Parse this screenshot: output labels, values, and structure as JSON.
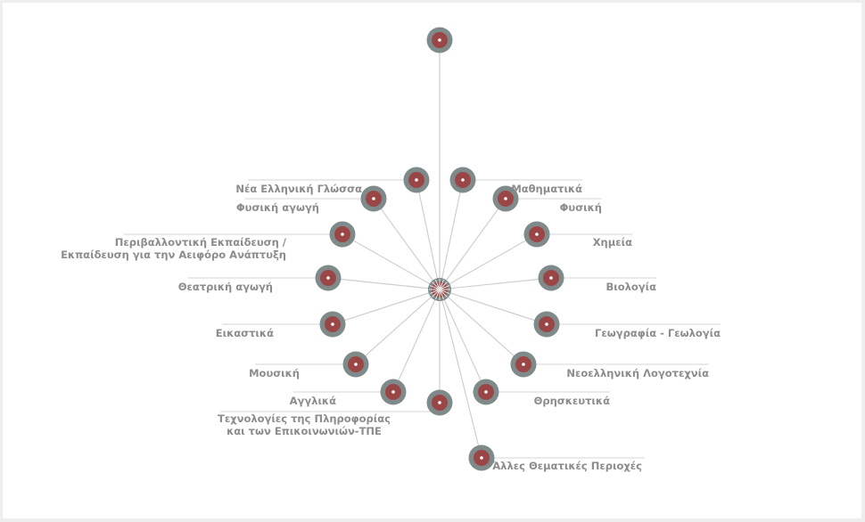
{
  "diagram": {
    "colors": {
      "ring": "#7f8a8a",
      "core": "#9b4646",
      "dot": "#ffffff",
      "spoke": "#cfcfcf",
      "label": "#8c8c8c"
    },
    "top_node_label": "",
    "subjects": [
      {
        "id": "nea-elliniki-glossa",
        "label": [
          "Νέα Ελληνική Γλώσσα"
        ]
      },
      {
        "id": "mathimatika",
        "label": [
          "Μαθηματικά"
        ]
      },
      {
        "id": "fysiki-agogi",
        "label": [
          "Φυσική αγωγή"
        ]
      },
      {
        "id": "fysiki",
        "label": [
          "Φυσική"
        ]
      },
      {
        "id": "perivallontiki",
        "label": [
          "Περιβαλλοντική Εκπαίδευση /",
          "Εκπαίδευση για την Αειφόρο Ανάπτυξη"
        ]
      },
      {
        "id": "chimeia",
        "label": [
          "Χημεία"
        ]
      },
      {
        "id": "theatriki-agogi",
        "label": [
          "Θεατρική αγωγή"
        ]
      },
      {
        "id": "viologia",
        "label": [
          "Βιολογία"
        ]
      },
      {
        "id": "eikastika",
        "label": [
          "Εικαστικά"
        ]
      },
      {
        "id": "geografia-geologia",
        "label": [
          "Γεωγραφία - Γεωλογία"
        ]
      },
      {
        "id": "mousiki",
        "label": [
          "Μουσική"
        ]
      },
      {
        "id": "neoelliniki-logotechnia",
        "label": [
          "Νεοελληνική Λογοτεχνία"
        ]
      },
      {
        "id": "agglika",
        "label": [
          "Αγγλικά"
        ]
      },
      {
        "id": "thriskeftika",
        "label": [
          "Θρησκευτικά"
        ]
      },
      {
        "id": "tpe",
        "label": [
          "Τεχνολογίες της Πληροφορίας",
          "και των Επικοινωνιών-ΤΠΕ"
        ]
      },
      {
        "id": "alles-thematikes",
        "label": [
          "Άλλες Θεματικές Περιοχές"
        ]
      }
    ]
  }
}
